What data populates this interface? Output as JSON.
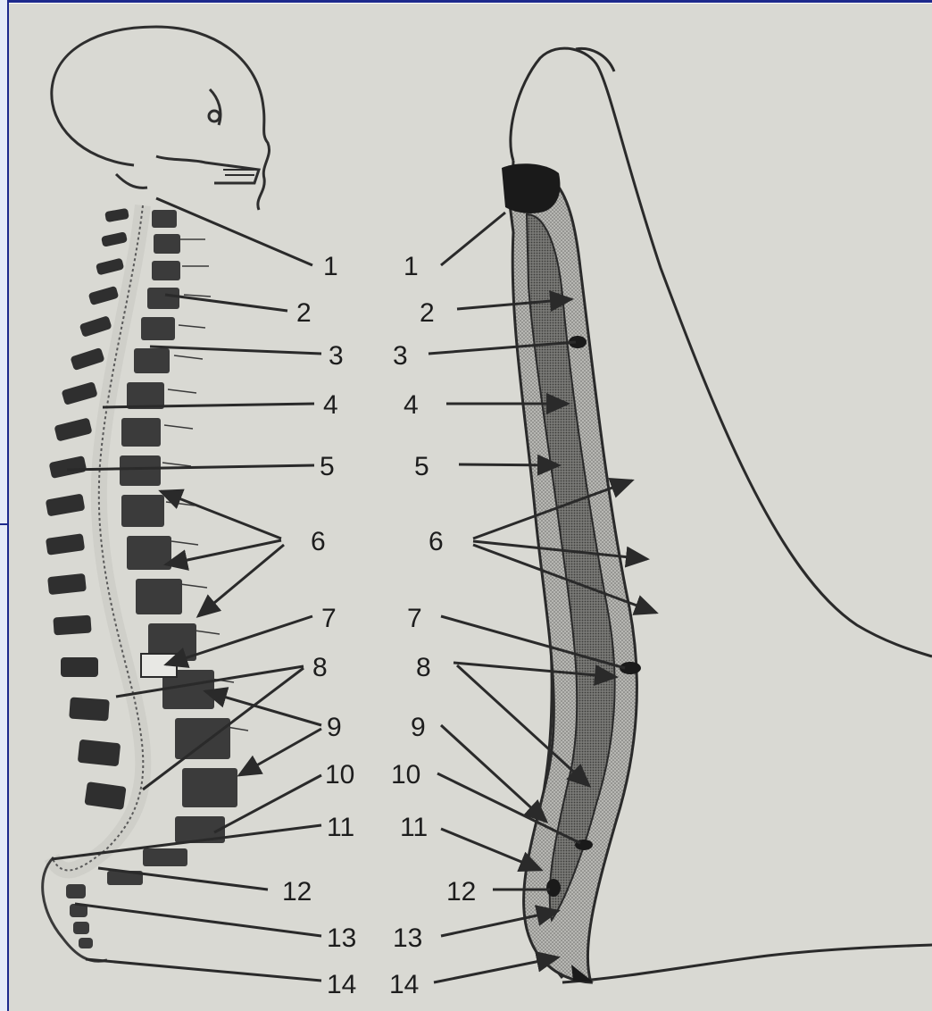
{
  "colors": {
    "paper": "#d9d9d3",
    "ink": "#2a2a2a",
    "frame": "#1e2a8c",
    "cord_dark": "#5a5a5a",
    "cord_light": "#a9a9a6"
  },
  "labels_left": [
    "1",
    "2",
    "3",
    "4",
    "5",
    "6",
    "7",
    "8",
    "9",
    "10",
    "11",
    "12",
    "13",
    "14"
  ],
  "labels_right": [
    "1",
    "2",
    "3",
    "4",
    "5",
    "6",
    "7",
    "8",
    "9",
    "10",
    "11",
    "12",
    "13",
    "14"
  ],
  "images": {
    "left": "spine-skeleton-lateral",
    "right": "spinal-cord-longitudinal-section"
  }
}
